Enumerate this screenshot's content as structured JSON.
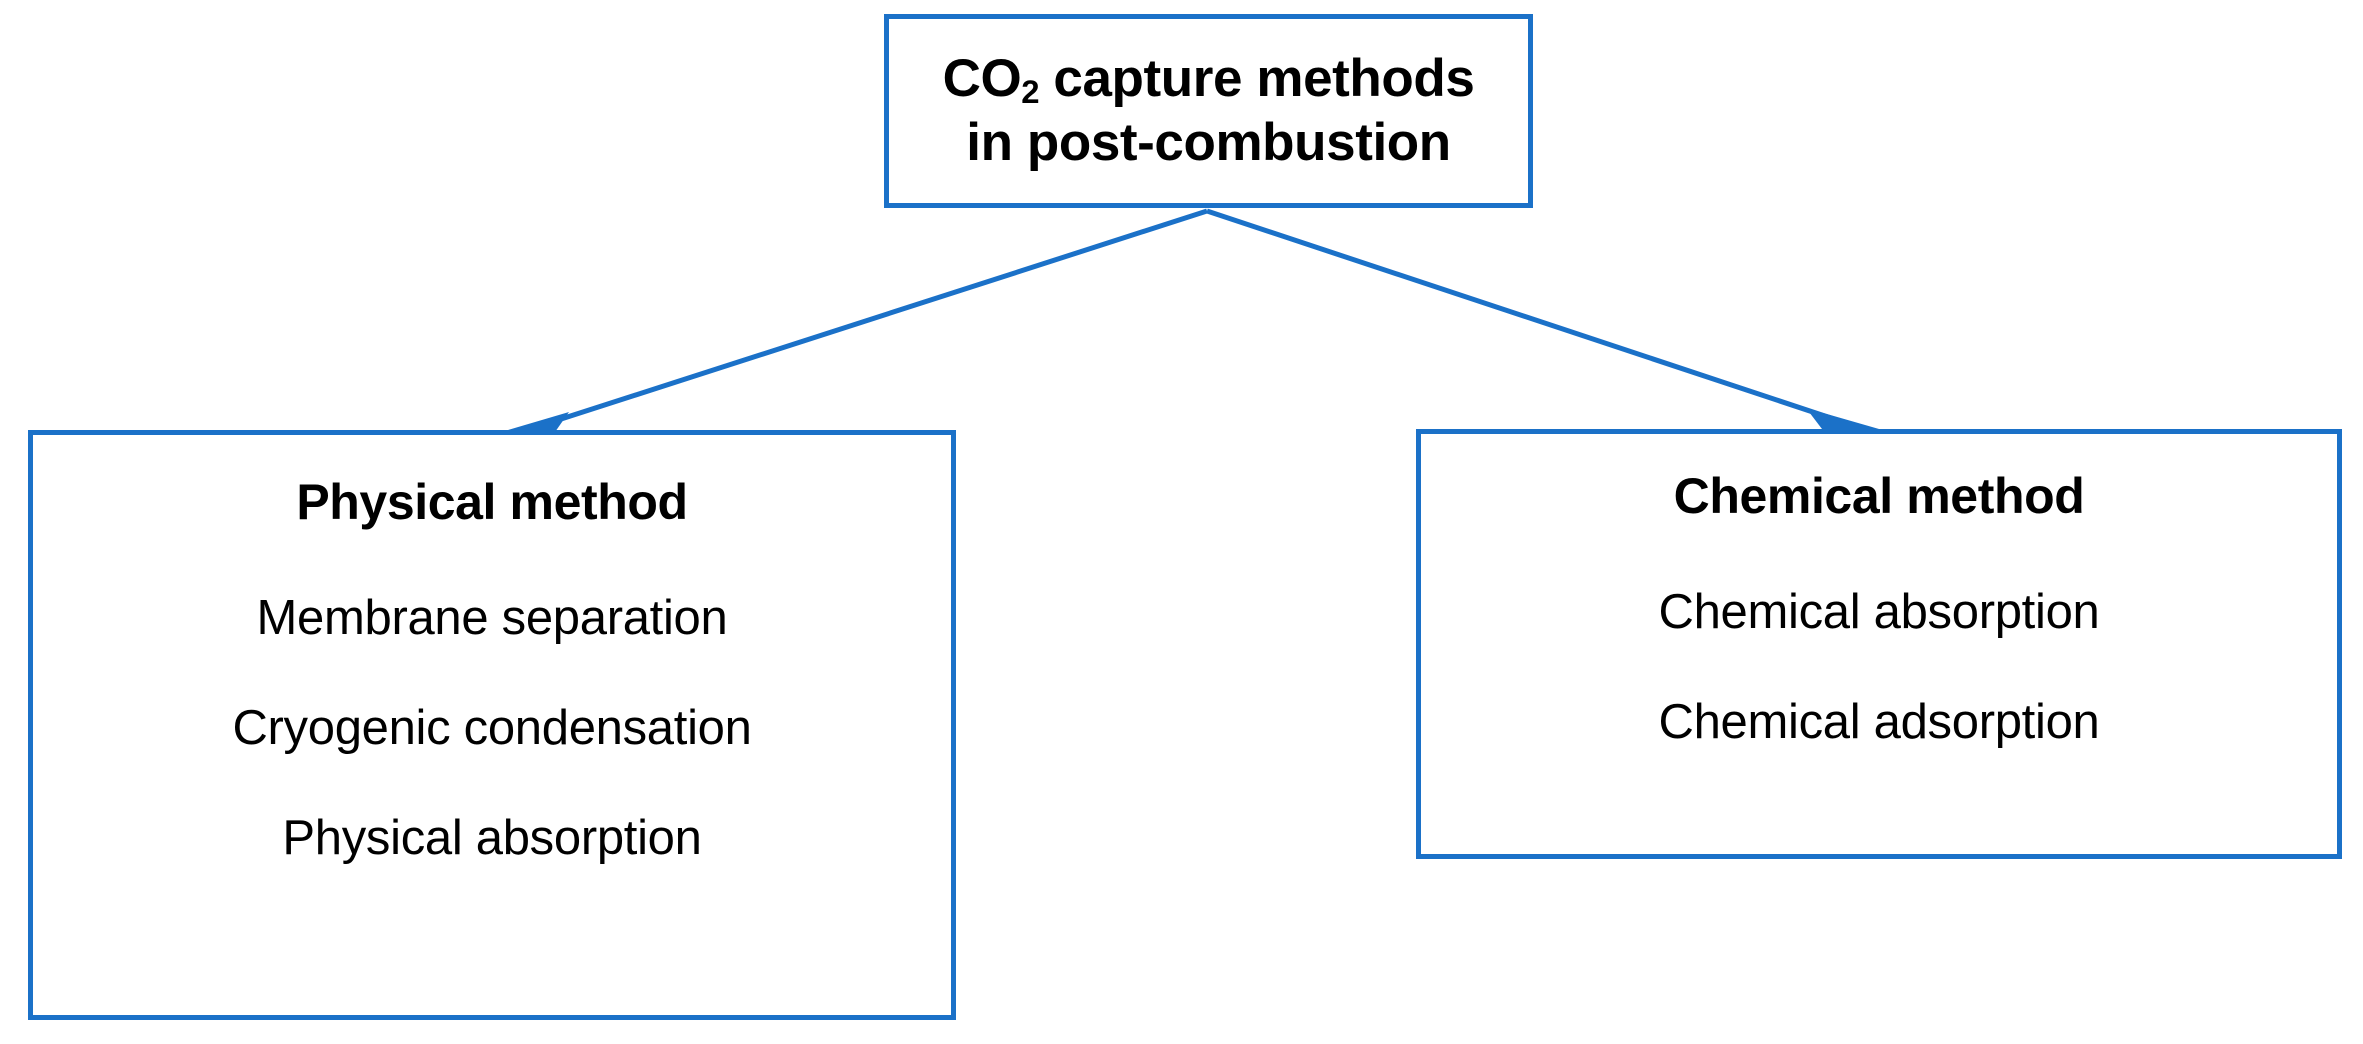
{
  "diagram": {
    "type": "tree-flowchart",
    "accent_color": "#1b71c8",
    "background_color": "#ffffff",
    "text_color": "#000000",
    "root": {
      "title_line1_pre": "CO",
      "title_line1_sub": "2",
      "title_line1_post": " capture methods",
      "title_line2": "in post-combustion"
    },
    "branches": [
      {
        "id": "physical",
        "title": "Physical method",
        "items": [
          "Membrane separation",
          "Cryogenic condensation",
          "Physical absorption"
        ]
      },
      {
        "id": "chemical",
        "title": "Chemical method",
        "items": [
          "Chemical absorption",
          "Chemical adsorption"
        ]
      }
    ],
    "connectors": [
      {
        "id": "root-to-physical",
        "from": "root",
        "to": "physical",
        "style": "arrow"
      },
      {
        "id": "root-to-chemical",
        "from": "root",
        "to": "chemical",
        "style": "arrow"
      }
    ]
  }
}
